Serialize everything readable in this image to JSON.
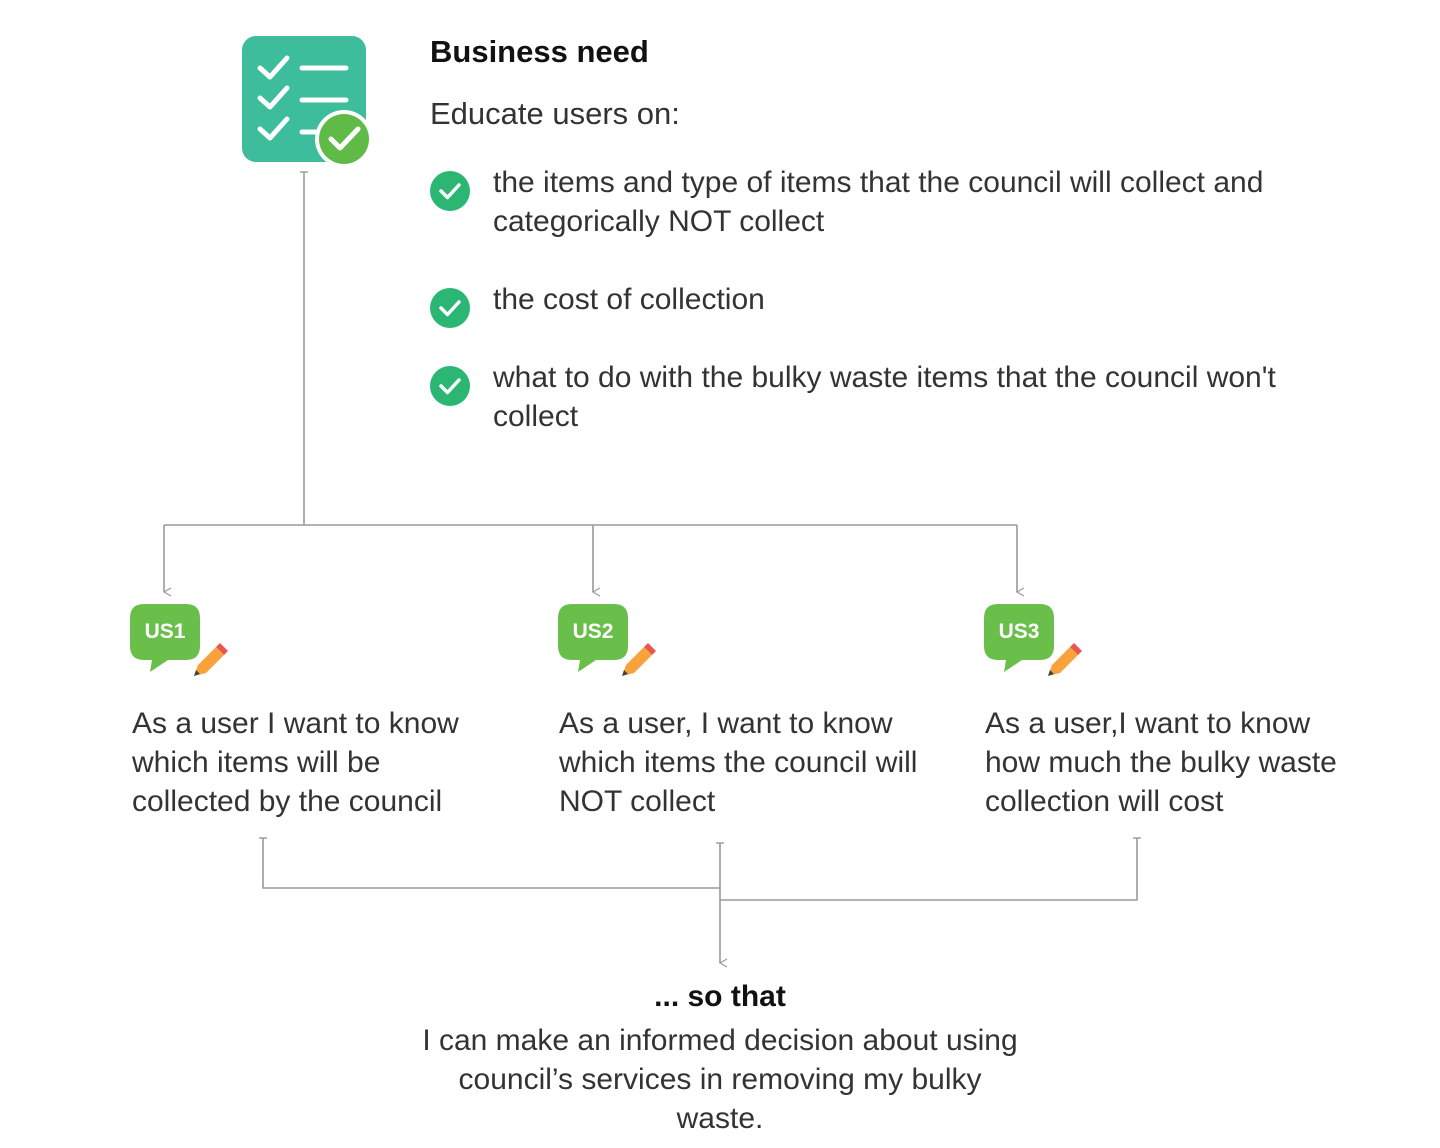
{
  "business_need": {
    "title": "Business need",
    "intro": "Educate users on:",
    "items": [
      "the items and type of items that the council will collect and categorically NOT collect",
      "the cost of collection",
      "what to do with the bulky waste items that the council won't collect"
    ]
  },
  "user_stories": [
    {
      "badge": "US1",
      "text": "As a user I want to know which items will be collected by the council"
    },
    {
      "badge": "US2",
      "text": "As a user, I want to know which items the council will NOT collect"
    },
    {
      "badge": "US3",
      "text": "As a user,I want to know how much the bulky waste collection will cost"
    }
  ],
  "outcome": {
    "heading": "... so that",
    "text": "I can make an informed decision about using council’s services in removing my bulky waste."
  },
  "colors": {
    "clipboard_teal": "#3dbd9b",
    "check_green": "#2bb673",
    "badge_green": "#6abf4b",
    "connector_grey": "#9a9a9a"
  },
  "icons": {
    "business_need": "clipboard-checklist-icon",
    "need_item": "check-circle-icon",
    "story": "speech-bubble-pencil-icon"
  }
}
